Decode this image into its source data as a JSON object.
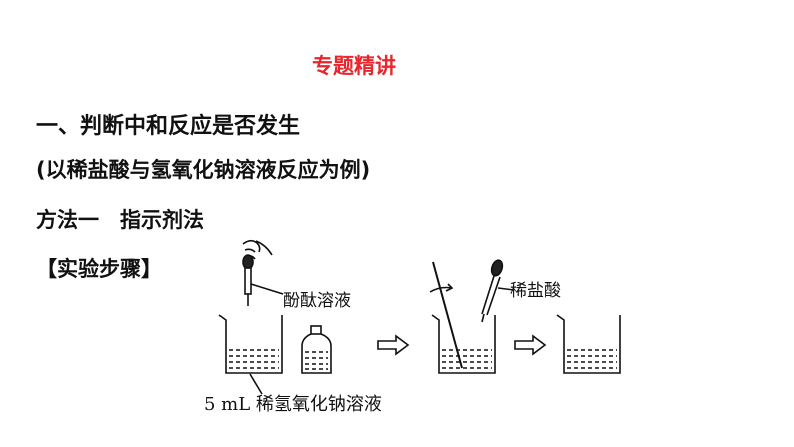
{
  "slide": {
    "title": "专题精讲",
    "heading": "一、判断中和反应是否发生",
    "subheading": "(以稀盐酸与氢氧化钠溶液反应为例)",
    "method": "方法一　指示剂法",
    "steps_label": "【实验步骤】"
  },
  "diagram": {
    "label_indicator": "酚酞溶液",
    "label_acid": "稀盐酸",
    "label_base": "5 mL 稀氢氧化钠溶液"
  },
  "colors": {
    "title": "#e8262c",
    "text": "#111111"
  }
}
